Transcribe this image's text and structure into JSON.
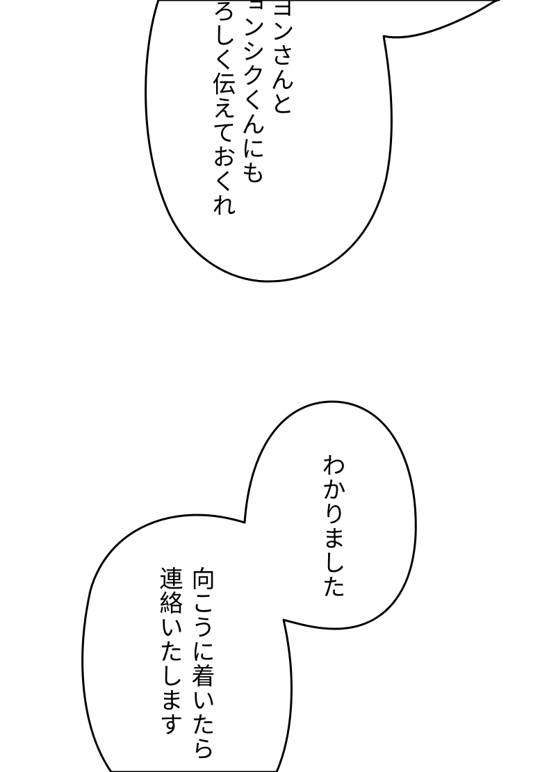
{
  "colors": {
    "background": "#ffffff",
    "bubble_fill": "#ffffff",
    "bubble_stroke": "#000000",
    "text": "#000000"
  },
  "bubble_top": {
    "lines": [
      "ヨンさんと",
      "ョンシクくんにも",
      "ろしく伝えておくれ"
    ]
  },
  "bubble_right": {
    "lines": [
      "わかりました"
    ]
  },
  "bubble_bottom": {
    "lines": [
      "向こうに着いたら",
      "連絡いたします"
    ]
  }
}
